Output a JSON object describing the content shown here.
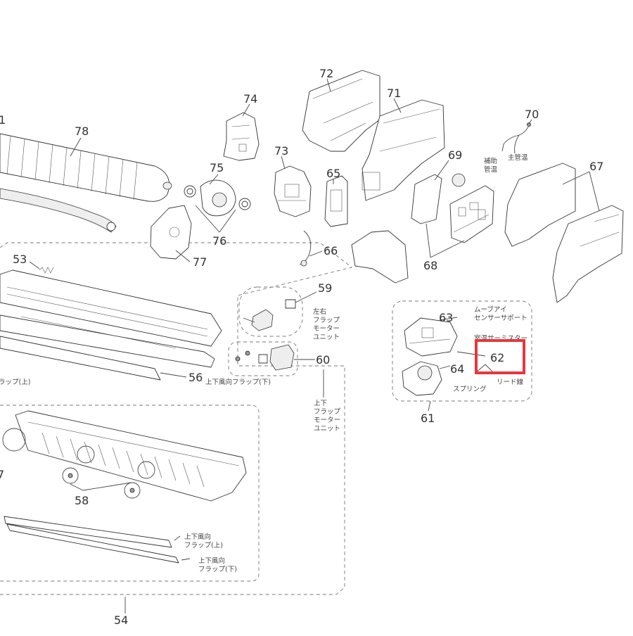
{
  "colors": {
    "highlight": "#e8373d",
    "line": "#444444"
  },
  "labels": {
    "n78": "78",
    "n74": "74",
    "n72": "72",
    "n71": "71",
    "n70": "70",
    "n73": "73",
    "n69": "69",
    "n65": "65",
    "n67": "67",
    "n75": "75",
    "n76": "76",
    "n77": "77",
    "n66": "66",
    "n68": "68",
    "n53": "53",
    "n59": "59",
    "n60": "60",
    "n56": "56",
    "n63": "63",
    "n62": "62",
    "n64": "64",
    "n61": "61",
    "n58": "58",
    "n54": "54",
    "edge_left_top": "1",
    "edge_left_mid": "7"
  },
  "captions": {
    "hojo_kanon_1": "補助",
    "hojo_kanon_2": "管温",
    "shu_kanon": "主管温",
    "sayu_1": "左右",
    "sayu_2": "フラップ",
    "sayu_3": "モーター",
    "sayu_4": "ユニット",
    "joge_1": "上下",
    "joge_2": "フラップ",
    "joge_3": "モーター",
    "joge_4": "ユニット",
    "flap_lower_56": "上下風向フラップ(下)",
    "flap_upper_cut": "ラップ(上)",
    "move_eye_1": "ムーブアイ",
    "move_eye_2": "センサーサポート",
    "thermistor": "室温サーミスター",
    "spring": "スプリング",
    "lead": "リード線",
    "flap_up_1": "上下風向",
    "flap_up_2": "フラップ(上)",
    "flap_dn_1": "上下風向",
    "flap_dn_2": "フラップ(下)"
  }
}
